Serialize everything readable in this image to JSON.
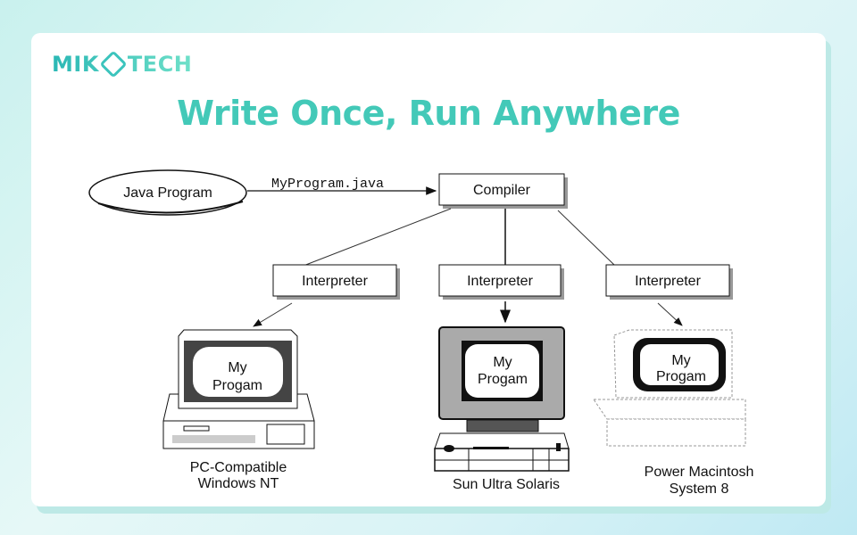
{
  "brand": {
    "logo_left": "MIK",
    "logo_right": "TECH"
  },
  "title": "Write Once, Run Anywhere",
  "diagram": {
    "source": "Java Program",
    "file_label": "MyProgram.java",
    "compiler": "Compiler",
    "interpreters": [
      "Interpreter",
      "Interpreter",
      "Interpreter"
    ],
    "screen_text": [
      "My",
      "Progam"
    ],
    "platforms": [
      {
        "line1": "PC-Compatible",
        "line2": "Windows NT"
      },
      {
        "line1": "Sun Ultra Solaris",
        "line2": ""
      },
      {
        "line1": "Power Macintosh",
        "line2": "System 8"
      }
    ]
  }
}
